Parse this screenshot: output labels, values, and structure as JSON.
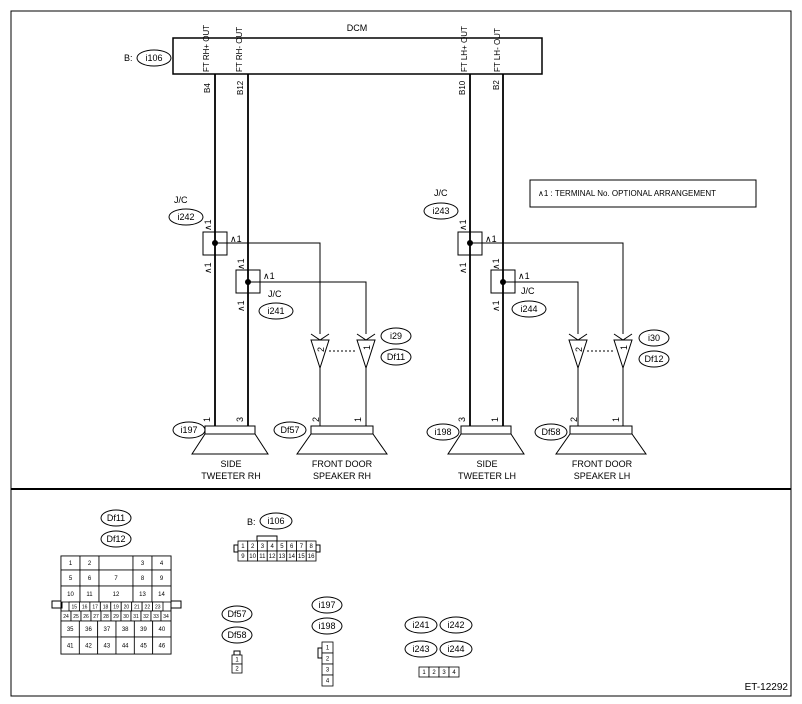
{
  "diagram_id": "ET-12292",
  "ecu": {
    "name": "DCM",
    "connector_prefix": "B:",
    "connector": "i106",
    "pins": [
      {
        "label": "FT RH+ OUT",
        "terminal": "B4"
      },
      {
        "label": "FT RH- OUT",
        "terminal": "B12"
      },
      {
        "label": "FT LH+ OUT",
        "terminal": "B10"
      },
      {
        "label": "FT LH- OUT",
        "terminal": "B2"
      }
    ]
  },
  "note": "∧1  : TERMINAL No. OPTIONAL ARRANGEMENT",
  "star_mark": "∧1",
  "junctions": [
    {
      "label": "J/C",
      "connector": "i242"
    },
    {
      "label": "J/C",
      "connector": "i241"
    },
    {
      "label": "J/C",
      "connector": "i243"
    },
    {
      "label": "J/C",
      "connector": "i244"
    }
  ],
  "speaker_connectors": {
    "rh_front_door": [
      "i29",
      "Df11"
    ],
    "lh_front_door": [
      "i30",
      "Df12"
    ]
  },
  "loads": [
    {
      "name_line1": "SIDE",
      "name_line2": "TWEETER RH",
      "connector": "i197",
      "terms": [
        "1",
        "3"
      ]
    },
    {
      "name_line1": "FRONT DOOR",
      "name_line2": "SPEAKER RH",
      "connector": "Df57",
      "terms": [
        "2",
        "1"
      ]
    },
    {
      "name_line1": "SIDE",
      "name_line2": "TWEETER LH",
      "connector": "i198",
      "terms": [
        "3",
        "1"
      ]
    },
    {
      "name_line1": "FRONT DOOR",
      "name_line2": "SPEAKER LH",
      "connector": "Df58",
      "terms": [
        "2",
        "1"
      ]
    }
  ],
  "plug_pins": {
    "front": "2",
    "rear": "1"
  },
  "connector_views": {
    "df11_df12": {
      "labels": [
        "Df11",
        "Df12"
      ],
      "rows": [
        [
          "1",
          "2",
          "",
          "3",
          "4"
        ],
        [
          "5",
          "6",
          "7",
          "8",
          "9"
        ],
        [
          "10",
          "11",
          "12",
          "13",
          "14"
        ],
        [
          "15",
          "16",
          "17",
          "18",
          "19",
          "20",
          "21",
          "22",
          "23"
        ],
        [
          "24",
          "25",
          "26",
          "27",
          "28",
          "29",
          "30",
          "31",
          "32",
          "33",
          "34"
        ],
        [
          "35",
          "36",
          "37",
          "38",
          "39",
          "40"
        ],
        [
          "41",
          "42",
          "43",
          "44",
          "45",
          "46"
        ]
      ]
    },
    "i106": {
      "prefix": "B:",
      "label": "i106",
      "rows": [
        [
          "1",
          "2",
          "3",
          "4",
          "5",
          "6",
          "7",
          "8"
        ],
        [
          "9",
          "10",
          "11",
          "12",
          "13",
          "14",
          "15",
          "16"
        ]
      ]
    },
    "df57_df58": {
      "labels": [
        "Df57",
        "Df58"
      ],
      "pins": [
        "1",
        "2"
      ]
    },
    "i197_i198": {
      "labels": [
        "i197",
        "i198"
      ],
      "pins": [
        "1",
        "2",
        "3",
        "4"
      ]
    },
    "jc": {
      "labels": [
        "i241",
        "i242",
        "i243",
        "i244"
      ],
      "pins": [
        "1",
        "2",
        "3",
        "4"
      ]
    }
  }
}
